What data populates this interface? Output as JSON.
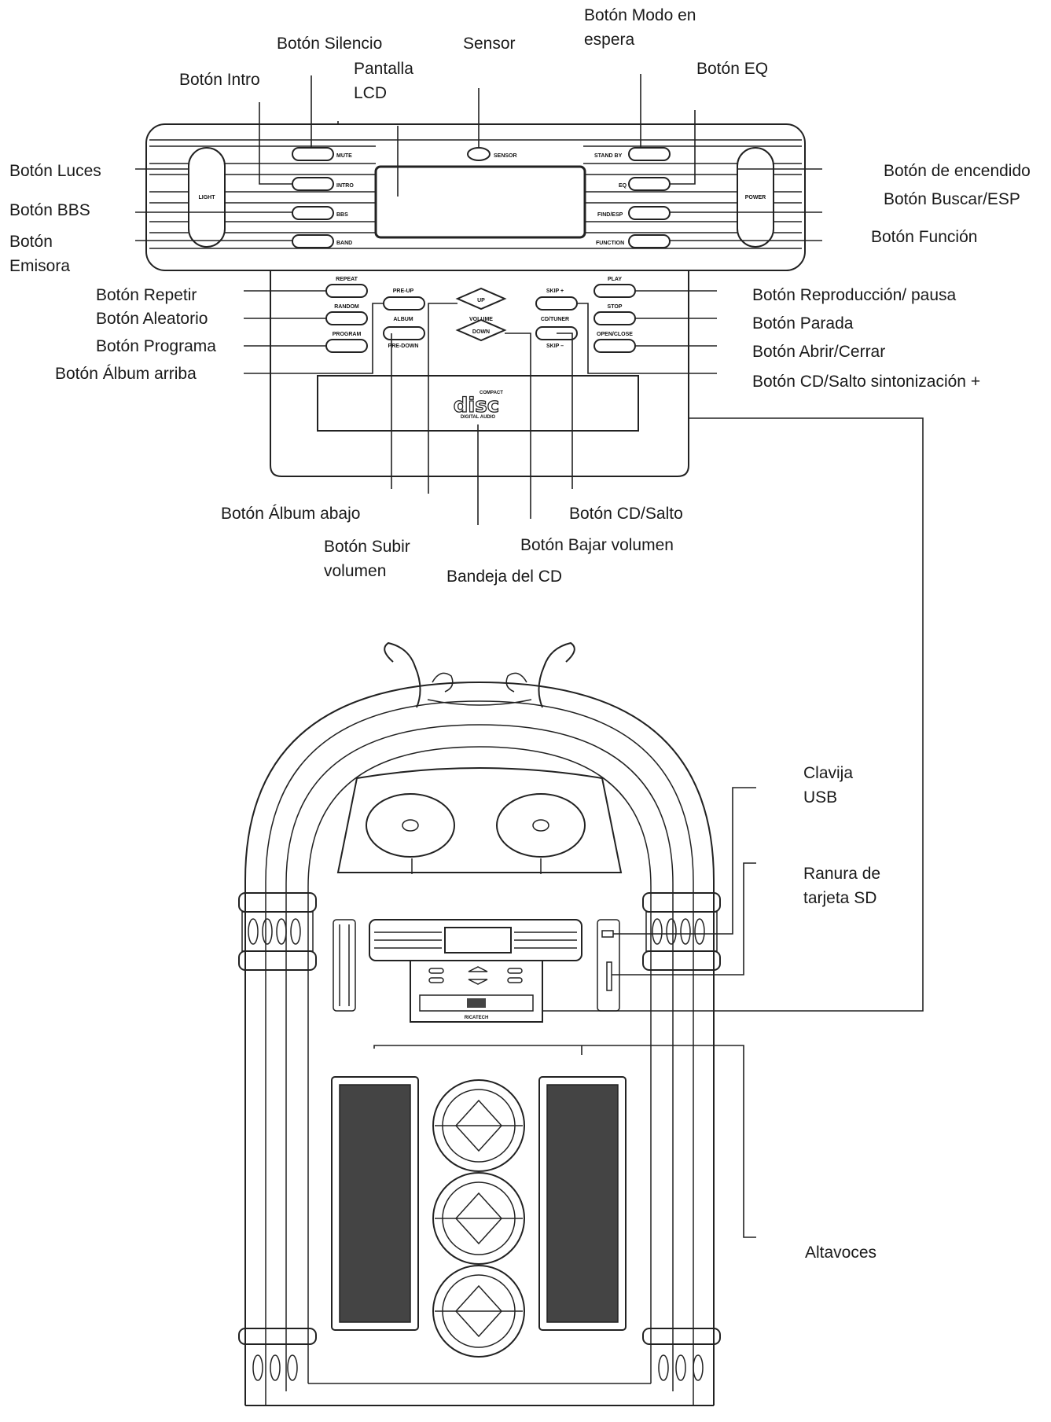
{
  "labels": {
    "standby": "Botón Modo en\nespera",
    "mute": "Botón Silencio",
    "sensor": "Sensor",
    "lcd": "Pantalla\nLCD",
    "intro": "Botón Intro",
    "eq": "Botón EQ",
    "light": "Botón Luces",
    "bbs": "Botón BBS",
    "band": "Botón\nEmisora",
    "power": "Botón de encendido",
    "find": "Botón Buscar/ESP",
    "function": "Botón Función",
    "repeat": "Botón Repetir",
    "random": "Botón Aleatorio",
    "program": "Botón Programa",
    "album_up": "Botón Álbum arriba",
    "play": "Botón Reproducción/ pausa",
    "stop": "Botón Parada",
    "open": "Botón Abrir/Cerrar",
    "cd_tuner": "Botón CD/Salto sintonización +",
    "album_down": "Botón Álbum abajo",
    "cd_skip": "Botón CD/Salto",
    "vol_down": "Botón Bajar volumen",
    "vol_up": "Botón Subir\nvolumen",
    "cd_tray": "Bandeja del CD",
    "usb": "Clavija\nUSB",
    "sd": "Ranura de\ntarjeta SD",
    "speakers": "Altavoces"
  },
  "panel_text": {
    "mute": "MUTE",
    "sensor": "SENSOR",
    "standby": "STAND BY",
    "intro": "INTRO",
    "eq": "EQ",
    "light": "LIGHT",
    "power": "POWER",
    "bbs": "BBS",
    "find": "FIND/ESP",
    "band": "BAND",
    "function": "FUNCTION",
    "repeat": "REPEAT",
    "random": "RANDOM",
    "program": "PROGRAM",
    "pre_up": "PRE-UP",
    "album": "ALBUM",
    "pre_down": "PRE-DOWN",
    "up": "UP",
    "volume": "VOLUME",
    "down": "DOWN",
    "skip_plus": "SKIP +",
    "cd_tuner": "CD/TUNER",
    "skip_minus": "SKIP –",
    "play": "PLAY",
    "stop": "STOP",
    "open_close": "OPEN/CLOSE",
    "compact": "COMPACT",
    "disc": "disc",
    "digital_audio": "DIGITAL AUDIO",
    "brand": "RICATECH"
  }
}
